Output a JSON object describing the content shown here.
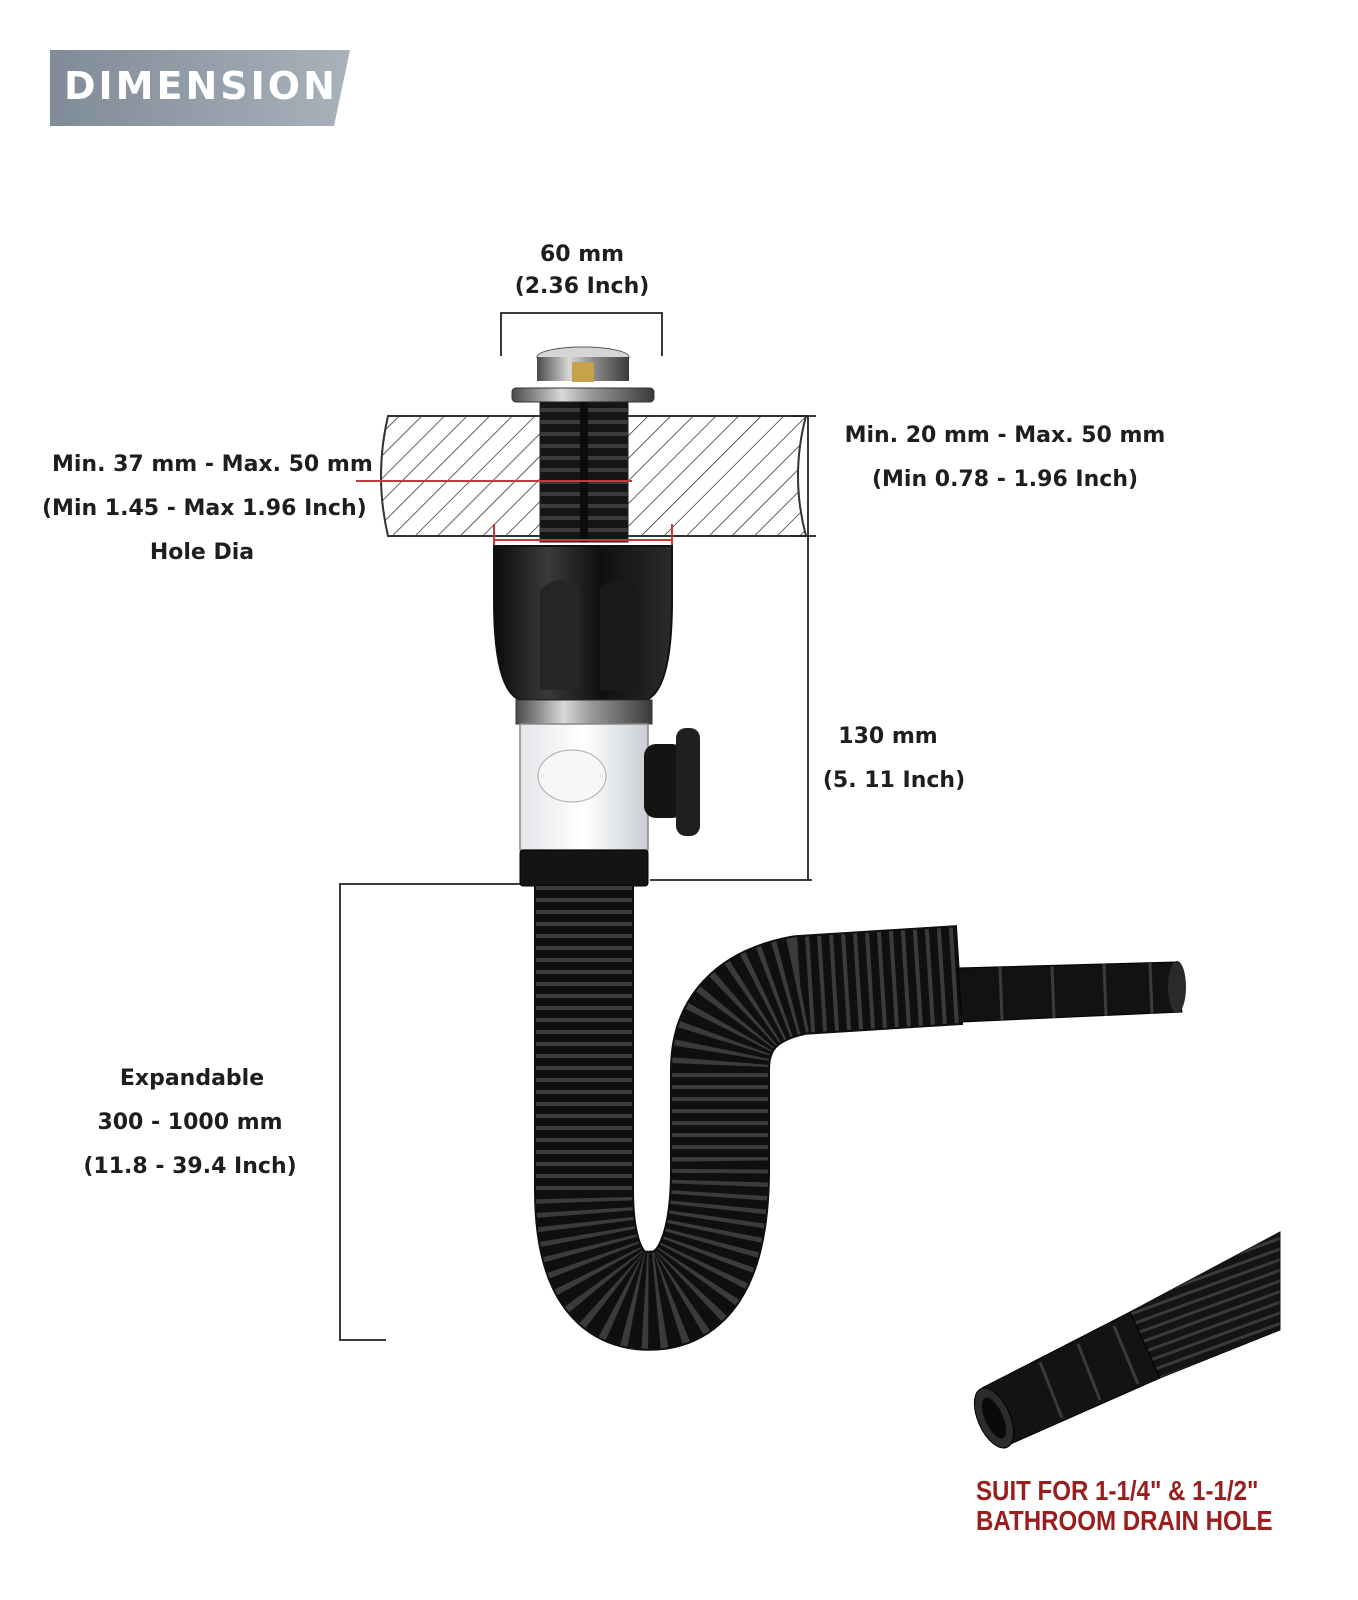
{
  "banner": {
    "title": "DIMENSION"
  },
  "labels": {
    "top_width_mm": "60  mm",
    "top_width_in": "(2.36 Inch)",
    "hole_range_mm": "Min. 37 mm - Max. 50 mm",
    "hole_range_in": "(Min 1.45 - Max 1.96 Inch)",
    "hole_caption": "Hole Dia",
    "thickness_mm": "Min. 20 mm - Max. 50 mm",
    "thickness_in": "(Min 0.78 - 1.96 Inch)",
    "height_mm": "130 mm",
    "height_in": "(5. 11 Inch)",
    "expand_title": "Expandable",
    "expand_mm": "300 - 1000 mm",
    "expand_in": "(11.8 - 39.4 Inch)"
  },
  "note": {
    "line1": "SUIT FOR 1-1/4\" & 1-1/2\"",
    "line2": "BATHROOM DRAIN HOLE"
  },
  "colors": {
    "banner_bg": "#8c98a3",
    "accent_red": "#9a1e1e",
    "dimension_line": "#222222",
    "pipe": "#161616"
  }
}
